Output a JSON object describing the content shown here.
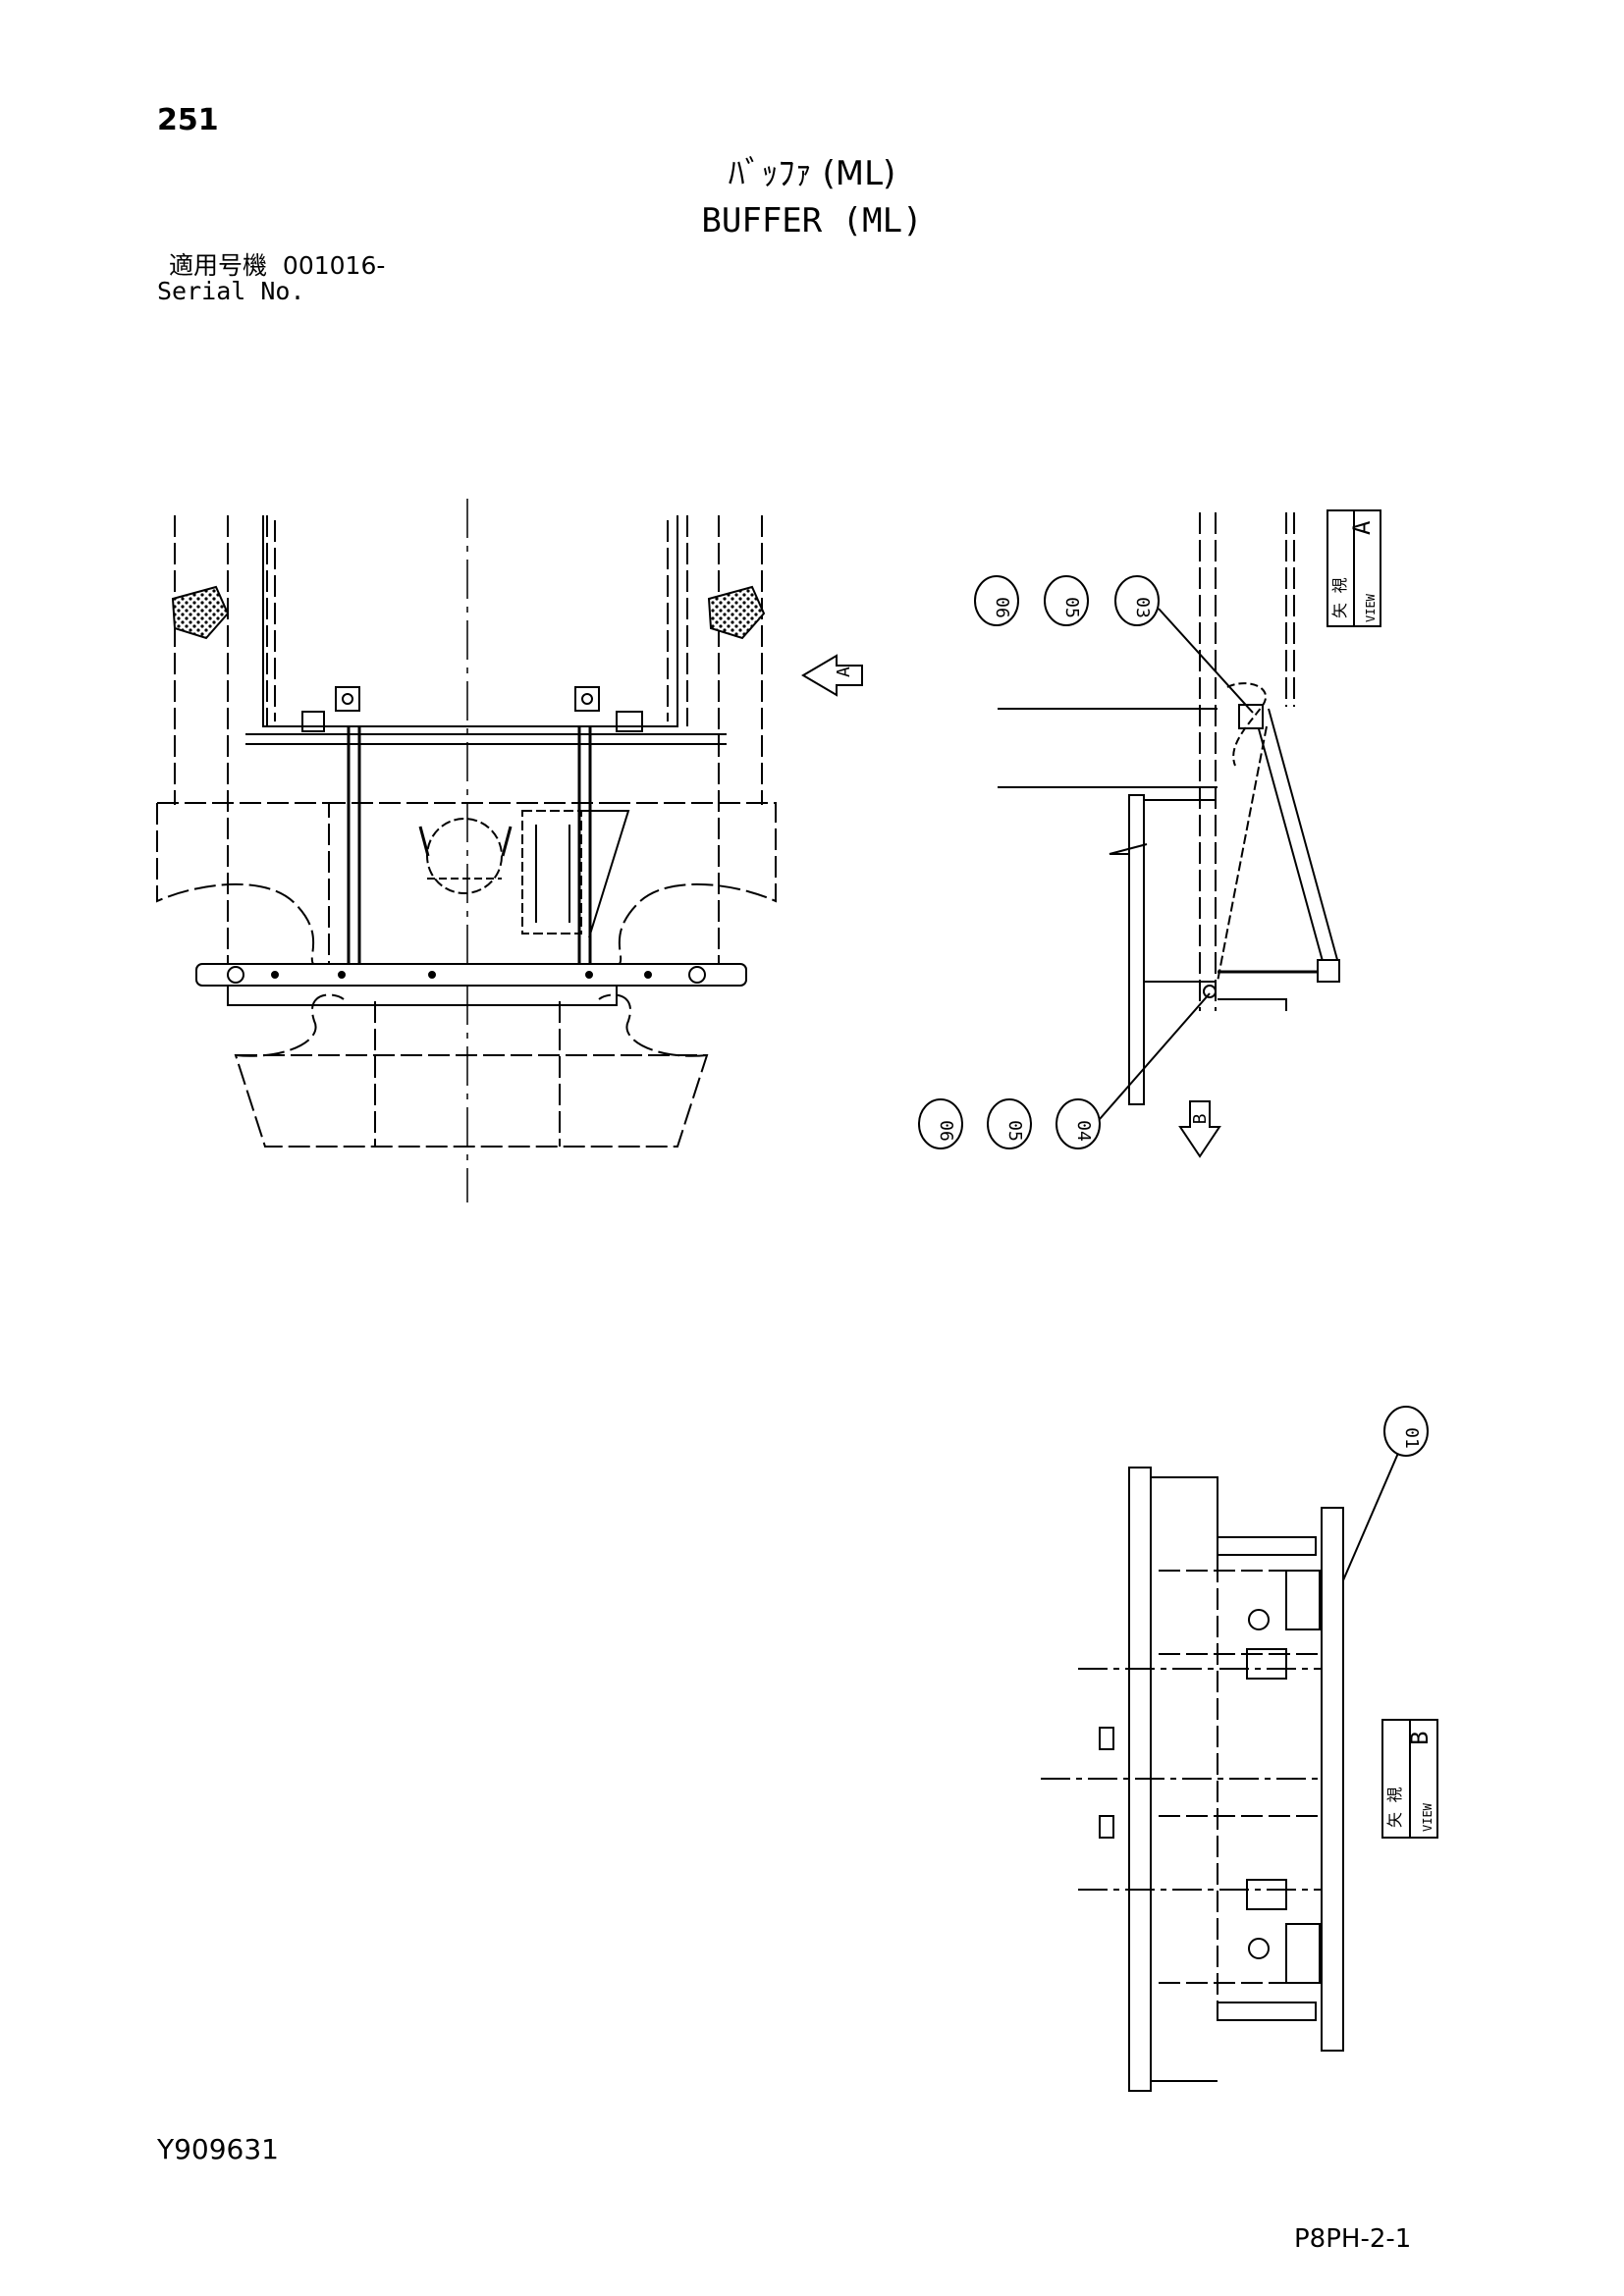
{
  "page_number": "251",
  "title_ja": "ﾊﾞｯﾌｧ (ML)",
  "title_en": "BUFFER (ML)",
  "serial": {
    "label_ja": "適用号機",
    "number": "001016-",
    "label_en": "Serial No."
  },
  "callouts": {
    "top_right": [
      "06",
      "05",
      "03"
    ],
    "bottom_left": [
      "06",
      "05",
      "04"
    ],
    "bottom_view": [
      "01"
    ]
  },
  "views": {
    "arrow_a": "A",
    "arrow_b": "B",
    "view_a": {
      "kanji": "矢 視",
      "word": "VIEW",
      "letter": "A"
    },
    "view_b": {
      "kanji": "矢 視",
      "word": "VIEW",
      "letter": "B"
    }
  },
  "doc_code": "Y909631",
  "page_code": "P8PH-2-1"
}
